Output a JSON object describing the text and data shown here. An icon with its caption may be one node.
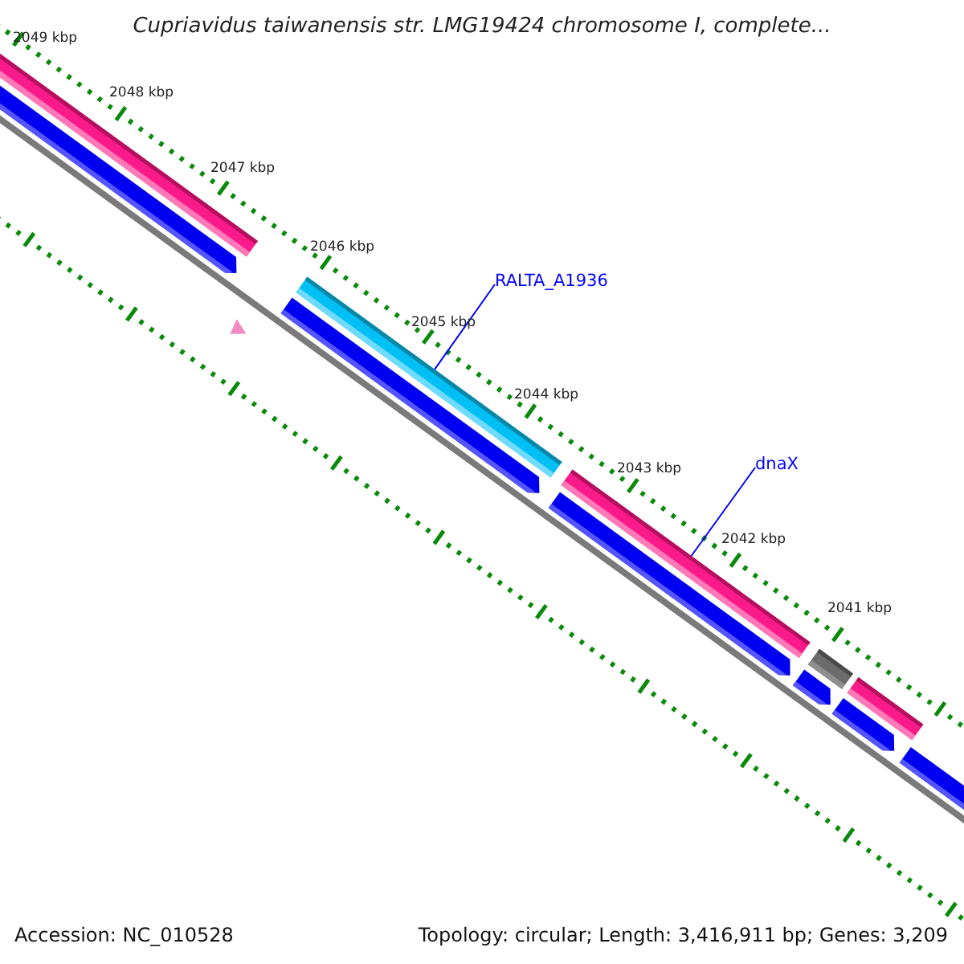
{
  "diagram": {
    "title": "Cupriavidus taiwanensis str. LMG19424 chromosome I, complete...",
    "nodes": [
      {
        "text": [
          "RALTA_A1936"
        ]
      },
      {
        "text": [],
        "shape": "bar"
      },
      {
        "text": [
          "dnaX"
        ]
      },
      {
        "text": [],
        "shape": "bar"
      }
    ],
    "edges": [
      {
        "from": 0,
        "to": 1,
        "arrow": "none",
        "color": "#0000ff"
      },
      {
        "from": 2,
        "to": 3,
        "arrow": "none",
        "color": "#0000ff"
      }
    ],
    "labels": [
      "2049 kbp",
      "2048 kbp",
      "2047 kbp",
      "2046 kbp",
      "2045 kbp",
      "2044 kbp",
      "2043 kbp",
      "2042 kbp",
      "2041 kbp",
      "Accession: NC_010528",
      "Topology: circular; Length: 3,416,911 bp; Genes: 3,209"
    ]
  }
}
